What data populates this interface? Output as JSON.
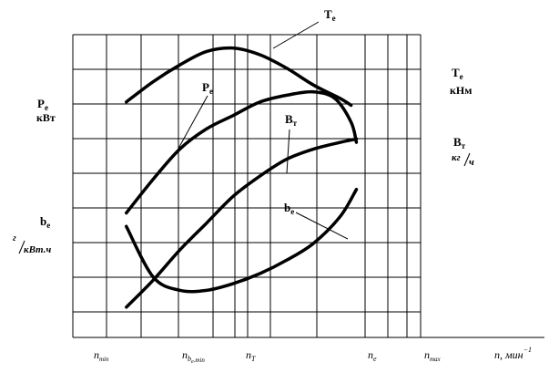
{
  "chart_data": {
    "type": "line",
    "title": "",
    "colors": {
      "curves": "#000000",
      "grid": "#000000",
      "background": "#ffffff"
    },
    "x_axis": {
      "label_main": "n",
      "label_unit": ", мин",
      "label_exp": "−1",
      "ticks": [
        {
          "base": "n",
          "sub": "min",
          "x": 1
        },
        {
          "base": "n",
          "sub": "b",
          "subsub": "e",
          "subtail": ".min",
          "x": 2.5
        },
        {
          "base": "n",
          "sub": "T",
          "x": 3.2
        },
        {
          "base": "n",
          "sub": "e",
          "x": 4.7
        },
        {
          "base": "n",
          "sub": "max",
          "x": 5.2
        }
      ]
    },
    "axis_labels": {
      "pe_base": "P",
      "pe_sub": "e",
      "pe_unit": "кВт",
      "be_base": "b",
      "be_sub": "e",
      "be_unit_num": "г",
      "be_unit_den": "кВт.ч",
      "te_base": "T",
      "te_sub": "e",
      "te_unit": "кНм",
      "bt_base": "B",
      "bt_sub": "т",
      "bt_unit_num": "кг",
      "bt_unit_den": "ч"
    },
    "series": [
      {
        "name_base": "T",
        "name_sub": "e",
        "x": [
          1,
          1.5,
          2,
          2.5,
          3,
          3.5,
          4,
          4.5,
          5,
          5.2
        ],
        "y": [
          7.0,
          7.6,
          8.1,
          8.5,
          8.6,
          8.4,
          8.0,
          7.5,
          7.1,
          6.9
        ]
      },
      {
        "name_base": "P",
        "name_sub": "e",
        "x": [
          1,
          1.5,
          2,
          2.5,
          3,
          3.5,
          4,
          4.5,
          4.9,
          5.2,
          5.3
        ],
        "y": [
          3.7,
          4.7,
          5.6,
          6.2,
          6.6,
          7.0,
          7.2,
          7.3,
          7.1,
          6.4,
          5.8
        ]
      },
      {
        "name_base": "B",
        "name_sub": "т",
        "x": [
          1,
          1.5,
          2,
          2.5,
          3,
          3.5,
          4,
          4.5,
          5,
          5.3
        ],
        "y": [
          0.9,
          1.7,
          2.6,
          3.4,
          4.2,
          4.8,
          5.3,
          5.6,
          5.8,
          5.9
        ]
      },
      {
        "name_base": "b",
        "name_sub": "e",
        "x": [
          1,
          1.5,
          2,
          2.5,
          3,
          3.5,
          4,
          4.5,
          5,
          5.3
        ],
        "y": [
          3.3,
          1.8,
          1.4,
          1.4,
          1.6,
          1.9,
          2.3,
          2.8,
          3.6,
          4.4
        ]
      }
    ],
    "xlim": [
      0,
      6.5
    ],
    "ylim": [
      0,
      9
    ],
    "grid": true
  }
}
